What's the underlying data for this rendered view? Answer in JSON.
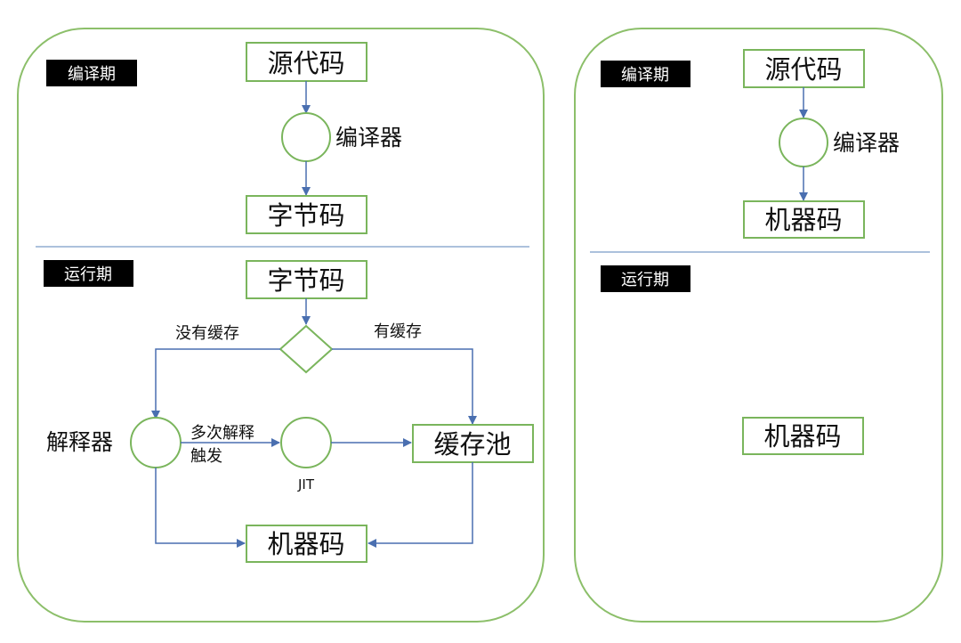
{
  "left_panel": {
    "compile_tag": "编译期",
    "runtime_tag": "运行期",
    "source_code": "源代码",
    "compiler_label": "编译器",
    "bytecode_compile": "字节码",
    "bytecode_runtime": "字节码",
    "no_cache_label": "没有缓存",
    "has_cache_label": "有缓存",
    "interpreter_label": "解释器",
    "multi_interpret_line1": "多次解释",
    "multi_interpret_line2": "触发",
    "jit_label": "JIT",
    "cache_pool": "缓存池",
    "machine_code": "机器码"
  },
  "right_panel": {
    "compile_tag": "编译期",
    "runtime_tag": "运行期",
    "source_code": "源代码",
    "compiler_label": "编译器",
    "machine_code_compile": "机器码",
    "machine_code_runtime": "机器码"
  },
  "colors": {
    "panel_border": "#8cbf6a",
    "box_border": "#7ab55c",
    "arrow": "#4a6fb0",
    "divider": "#7a9cc6",
    "tag_bg": "#000000"
  }
}
